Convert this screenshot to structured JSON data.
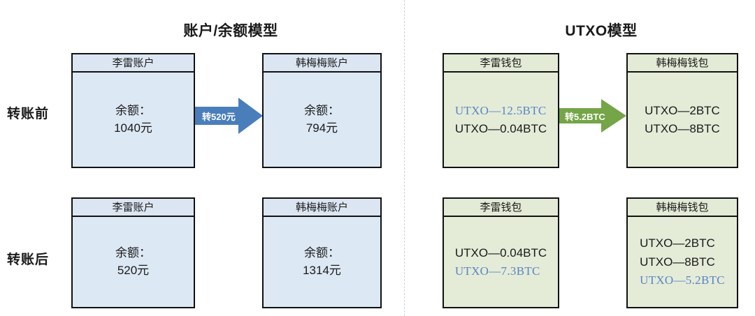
{
  "panels": {
    "account_model": {
      "title": "账户/余额模型"
    },
    "utxo_model": {
      "title": "UTXO模型"
    }
  },
  "row_labels": {
    "before": "转账前",
    "after": "转账后"
  },
  "colors": {
    "blue_box_fill": "#dce8f4",
    "blue_box_header": "#dce6f2",
    "green_box_fill": "#e4ecd8",
    "green_box_header": "#e3ebd6",
    "box_border": "#111111",
    "blue_arrow": "#4a7ebb",
    "green_arrow": "#74a546",
    "highlight_text": "#5b83c4",
    "divider": "#c3d3e6"
  },
  "account_model": {
    "before": {
      "sender": {
        "header": "李雷账户",
        "balance_label": "余额：",
        "balance_value": "1040元"
      },
      "receiver": {
        "header": "韩梅梅账户",
        "balance_label": "余额：",
        "balance_value": "794元"
      },
      "arrow_label": "转520元"
    },
    "after": {
      "sender": {
        "header": "李雷账户",
        "balance_label": "余额：",
        "balance_value": "520元"
      },
      "receiver": {
        "header": "韩梅梅账户",
        "balance_label": "余额：",
        "balance_value": "1314元"
      }
    }
  },
  "utxo_model": {
    "before": {
      "sender": {
        "header": "李雷钱包",
        "entries": [
          {
            "text": "UTXO—12.5BTC",
            "highlight": true
          },
          {
            "text": "UTXO—0.04BTC",
            "highlight": false
          }
        ]
      },
      "receiver": {
        "header": "韩梅梅钱包",
        "entries": [
          {
            "text": "UTXO—2BTC",
            "highlight": false
          },
          {
            "text": "UTXO—8BTC",
            "highlight": false
          }
        ]
      },
      "arrow_label": "转5.2BTC"
    },
    "after": {
      "sender": {
        "header": "李雷钱包",
        "entries": [
          {
            "text": "UTXO—0.04BTC",
            "highlight": false
          },
          {
            "text": "UTXO—7.3BTC",
            "highlight": true
          }
        ]
      },
      "receiver": {
        "header": "韩梅梅钱包",
        "entries": [
          {
            "text": "UTXO—2BTC",
            "highlight": false
          },
          {
            "text": "UTXO—8BTC",
            "highlight": false
          },
          {
            "text": "UTXO—5.2BTC",
            "highlight": true
          }
        ]
      }
    }
  }
}
